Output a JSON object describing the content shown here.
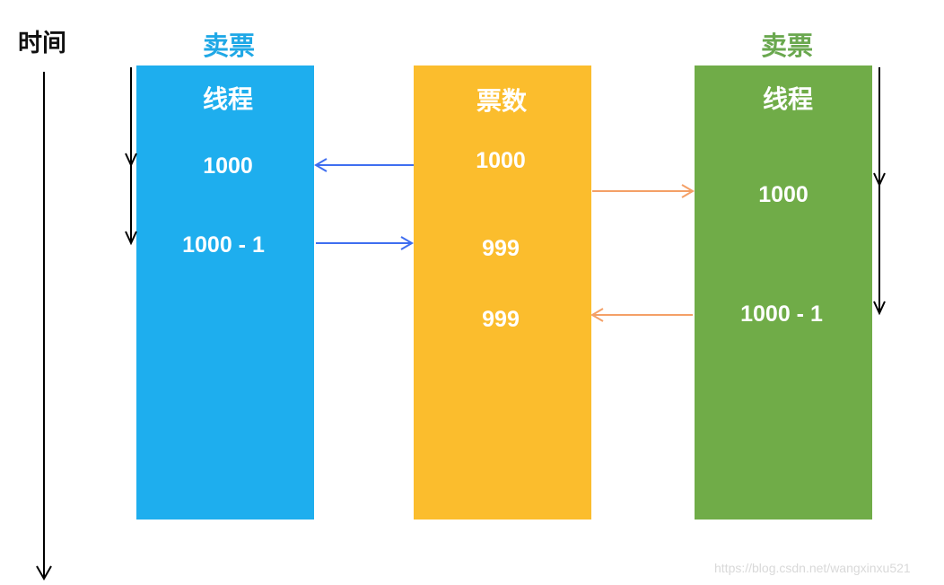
{
  "time_label": "时间",
  "left_thread": {
    "sell_label": "卖票",
    "header": "线程",
    "read_value": "1000",
    "write_value": "1000 - 1",
    "color": "#1eaeee"
  },
  "tickets": {
    "header": "票数",
    "initial": "1000",
    "after_left": "999",
    "after_right": "999",
    "color": "#fbbd2d"
  },
  "right_thread": {
    "sell_label": "卖票",
    "header": "线程",
    "read_value": "1000",
    "write_value": "1000 - 1",
    "color": "#70ac48"
  },
  "arrow_colors": {
    "left": "#3f6ef0",
    "right": "#f4a067",
    "time": "#000000"
  },
  "watermark": "https://blog.csdn.net/wangxinxu521"
}
